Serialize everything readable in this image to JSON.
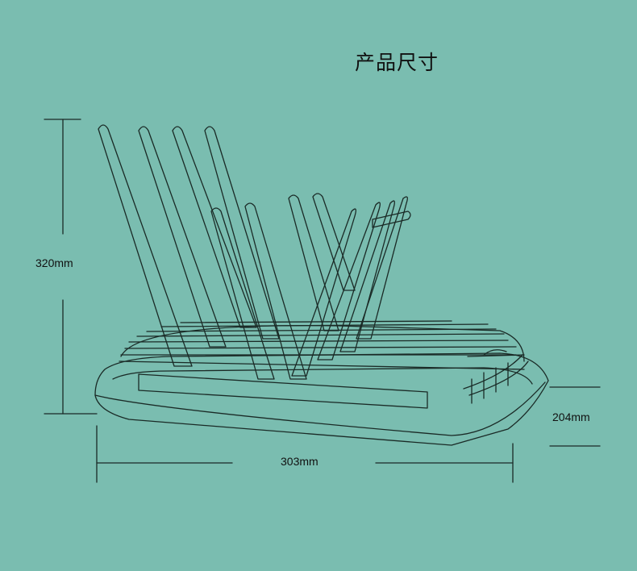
{
  "page": {
    "title": "产品尺寸"
  },
  "dimensions": {
    "height": "320mm",
    "width": "303mm",
    "depth": "204mm"
  },
  "colors": {
    "background": "#7abdb0",
    "line": "#1a2a26"
  }
}
